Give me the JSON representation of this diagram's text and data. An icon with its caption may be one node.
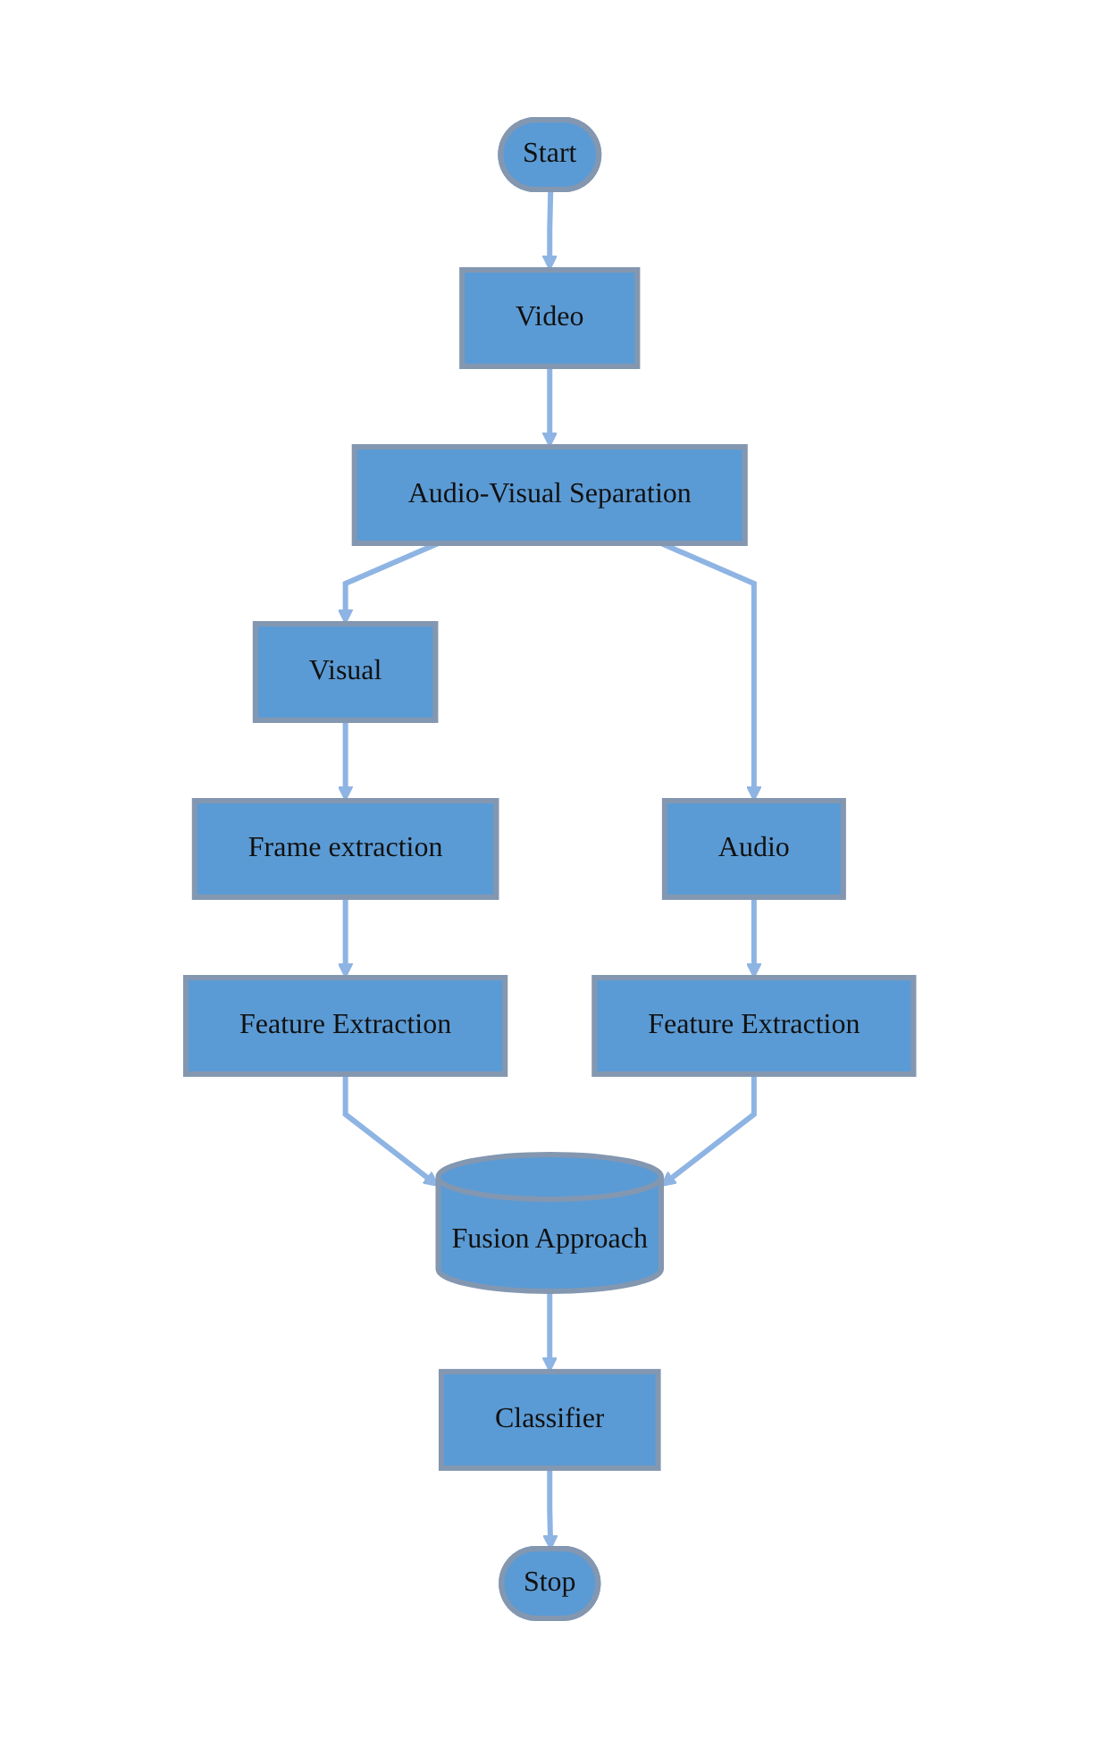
{
  "diagram": {
    "nodes": [
      {
        "text": [
          "Start"
        ]
      },
      {
        "text": [
          "Video"
        ]
      },
      {
        "text": [
          "Audio-Visual Separation"
        ]
      },
      {
        "text": [
          "Audio"
        ]
      },
      {
        "text": [
          "Visual"
        ]
      },
      {
        "text": [
          "Frame extraction"
        ]
      },
      {
        "text": [
          "Feature Extraction"
        ]
      },
      {
        "text": [
          "Feature Extraction"
        ]
      },
      {
        "text": [
          "Fusion Approach"
        ]
      },
      {
        "text": [
          "Classifier"
        ]
      },
      {
        "text": [
          "Stop"
        ]
      }
    ],
    "edges": [
      {
        "from": 0,
        "to": 1,
        "arrow": "to"
      },
      {
        "from": 1,
        "to": 2,
        "arrow": "to"
      },
      {
        "from": 2,
        "to": 3,
        "arrow": "to"
      },
      {
        "from": 2,
        "to": 4,
        "arrow": "to"
      },
      {
        "from": 4,
        "to": 5,
        "arrow": "to"
      },
      {
        "from": 3,
        "to": 6,
        "arrow": "to"
      },
      {
        "from": 5,
        "to": 7,
        "arrow": "to"
      },
      {
        "from": 7,
        "to": 8,
        "arrow": "to"
      },
      {
        "from": 6,
        "to": 8,
        "arrow": "to"
      },
      {
        "from": 8,
        "to": 9,
        "arrow": "to"
      },
      {
        "from": 9,
        "to": 10,
        "arrow": "to"
      }
    ]
  }
}
